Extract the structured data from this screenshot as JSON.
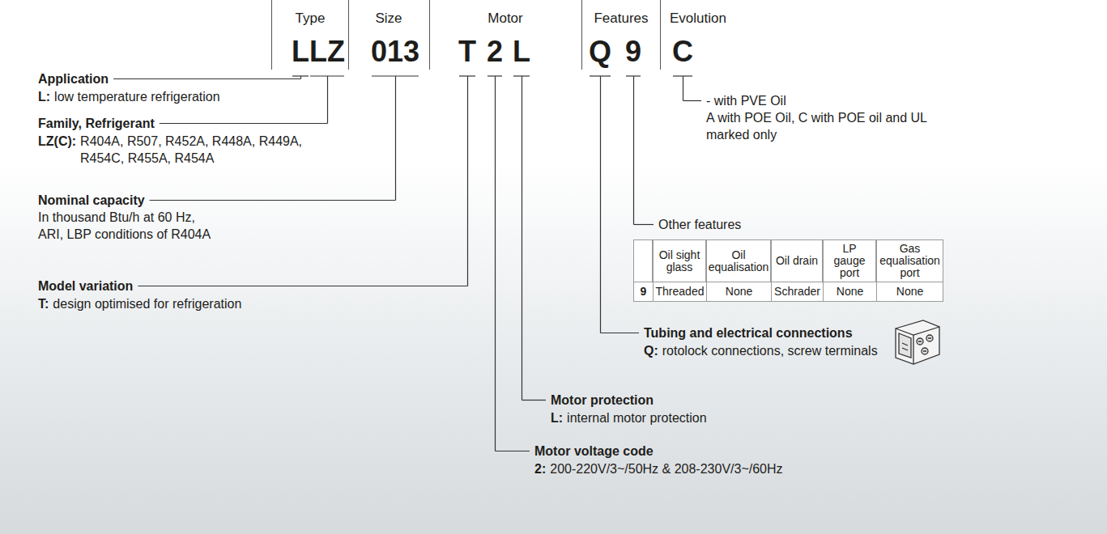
{
  "diagram": {
    "labels": [
      "Type",
      "Size",
      "Motor",
      "Features",
      "Evolution",
      "LLZ",
      "013",
      "T",
      "2",
      "L",
      "Q",
      "9",
      "C",
      "Application",
      "L:",
      "low temperature refrigeration",
      "Family, Refrigerant",
      "LZ(C):",
      "R404A, R507, R452A, R448A, R449A, R454C, R455A, R454A",
      "Nominal capacity",
      "In thousand Btu/h at 60 Hz, ARI, LBP conditions of R404A",
      "Model variation",
      "T:",
      "design optimised for refrigeration",
      "- with PVE Oil",
      "A with POE Oil, C with POE oil and UL marked only",
      "Other features",
      "Oil sight glass",
      "Oil equalisation",
      "Oil drain",
      "LP gauge port",
      "Gas equalisation port",
      "9",
      "Threaded",
      "None",
      "Schrader",
      "None",
      "None",
      "Tubing and electrical connections",
      "Q:",
      "rotolock connections, screw terminals",
      "Motor protection",
      "L:",
      "internal motor protection",
      "Motor voltage code",
      "2:",
      "200-220V/3~/50Hz & 208-230V/3~/60Hz"
    ]
  }
}
